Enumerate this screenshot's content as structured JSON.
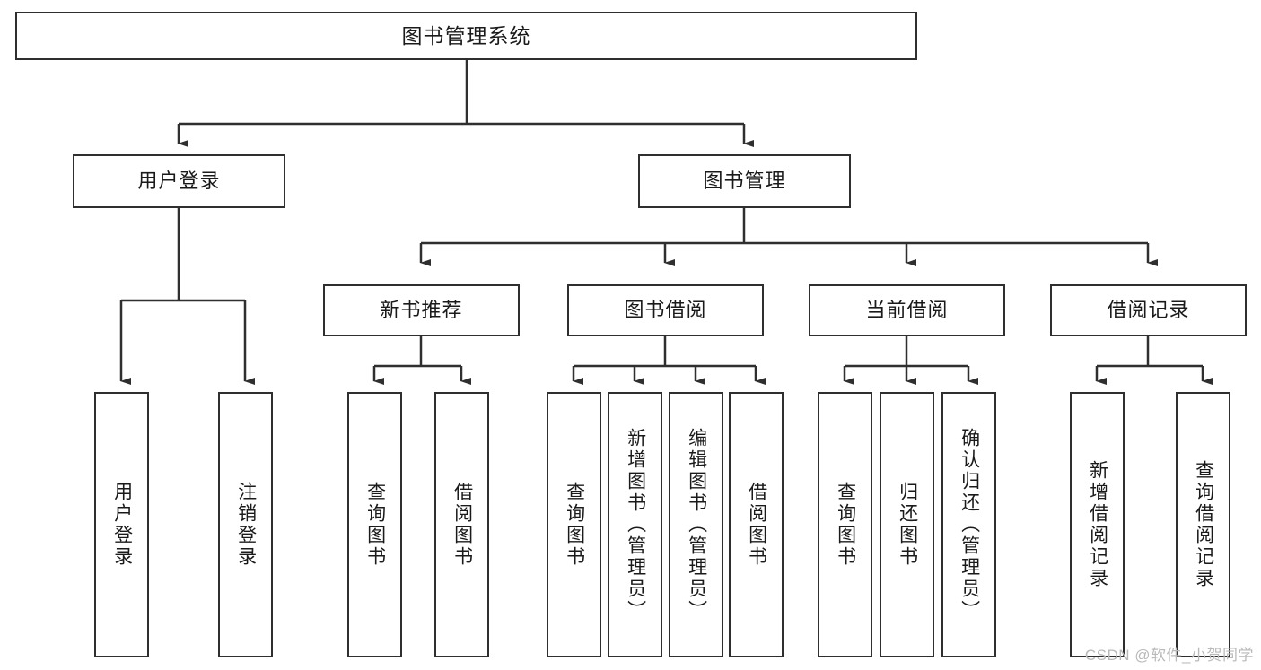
{
  "diagram": {
    "title": "图书管理系统",
    "watermark": "CSDN @软件_小贺同学",
    "levels": {
      "root": {
        "label": "图书管理系统"
      },
      "level2": [
        {
          "label": "用户登录"
        },
        {
          "label": "图书管理"
        }
      ],
      "level3": [
        {
          "label": "新书推荐"
        },
        {
          "label": "图书借阅"
        },
        {
          "label": "当前借阅"
        },
        {
          "label": "借阅记录"
        }
      ],
      "leaves": [
        {
          "label": "用户登录",
          "parent": "用户登录"
        },
        {
          "label": "注销登录",
          "parent": "用户登录"
        },
        {
          "label": "查询图书",
          "parent": "新书推荐"
        },
        {
          "label": "借阅图书",
          "parent": "新书推荐"
        },
        {
          "label": "查询图书",
          "parent": "图书借阅"
        },
        {
          "label": "新增图书（管理员）",
          "parent": "图书借阅"
        },
        {
          "label": "编辑图书（管理员）",
          "parent": "图书借阅"
        },
        {
          "label": "借阅图书",
          "parent": "图书借阅"
        },
        {
          "label": "查询图书",
          "parent": "当前借阅"
        },
        {
          "label": "归还图书",
          "parent": "当前借阅"
        },
        {
          "label": "确认归还（管理员）",
          "parent": "当前借阅"
        },
        {
          "label": "新增借阅记录",
          "parent": "借阅记录"
        },
        {
          "label": "查询借阅记录",
          "parent": "借阅记录"
        }
      ]
    },
    "colors": {
      "stroke": "#2f2f2f",
      "fill": "#ffffff",
      "text": "#1a1a1a",
      "watermark": "#b9b9b9"
    }
  }
}
